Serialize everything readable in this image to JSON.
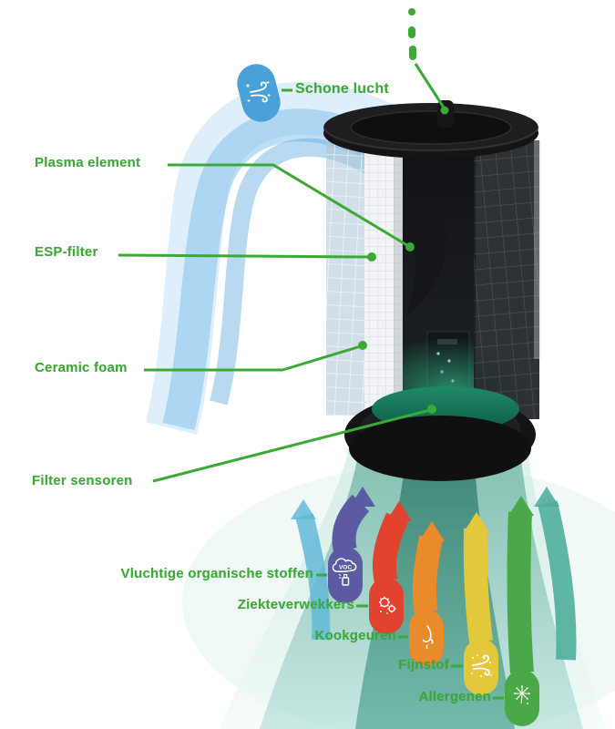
{
  "diagram": {
    "clean_air": {
      "label": "Schone lucht"
    },
    "components": {
      "plasma_element": "Plasma element",
      "esp_filter": "ESP-filter",
      "ceramic_foam": "Ceramic foam",
      "filter_sensors": "Filter sensoren"
    },
    "pollutants": [
      {
        "label": "Vluchtige organische stoffen",
        "color": "#5b5aa3",
        "icon": "voc-cloud-spray-icon",
        "badge": "VOC"
      },
      {
        "label": "Ziekteverwekkers",
        "color": "#e2432f",
        "icon": "germs-icon"
      },
      {
        "label": "Kookgeuren",
        "color": "#e98a2b",
        "icon": "nose-icon"
      },
      {
        "label": "Fijnstof",
        "color": "#e4c83c",
        "icon": "dust-wind-icon"
      },
      {
        "label": "Allergenen",
        "color": "#4aa848",
        "icon": "dandelion-icon"
      }
    ],
    "colors": {
      "label_green": "#3aaa35",
      "leader_green": "#3aaa35",
      "clean_air_blue": "#4aa0d8",
      "funnel_teal": "#4aa99b"
    }
  }
}
